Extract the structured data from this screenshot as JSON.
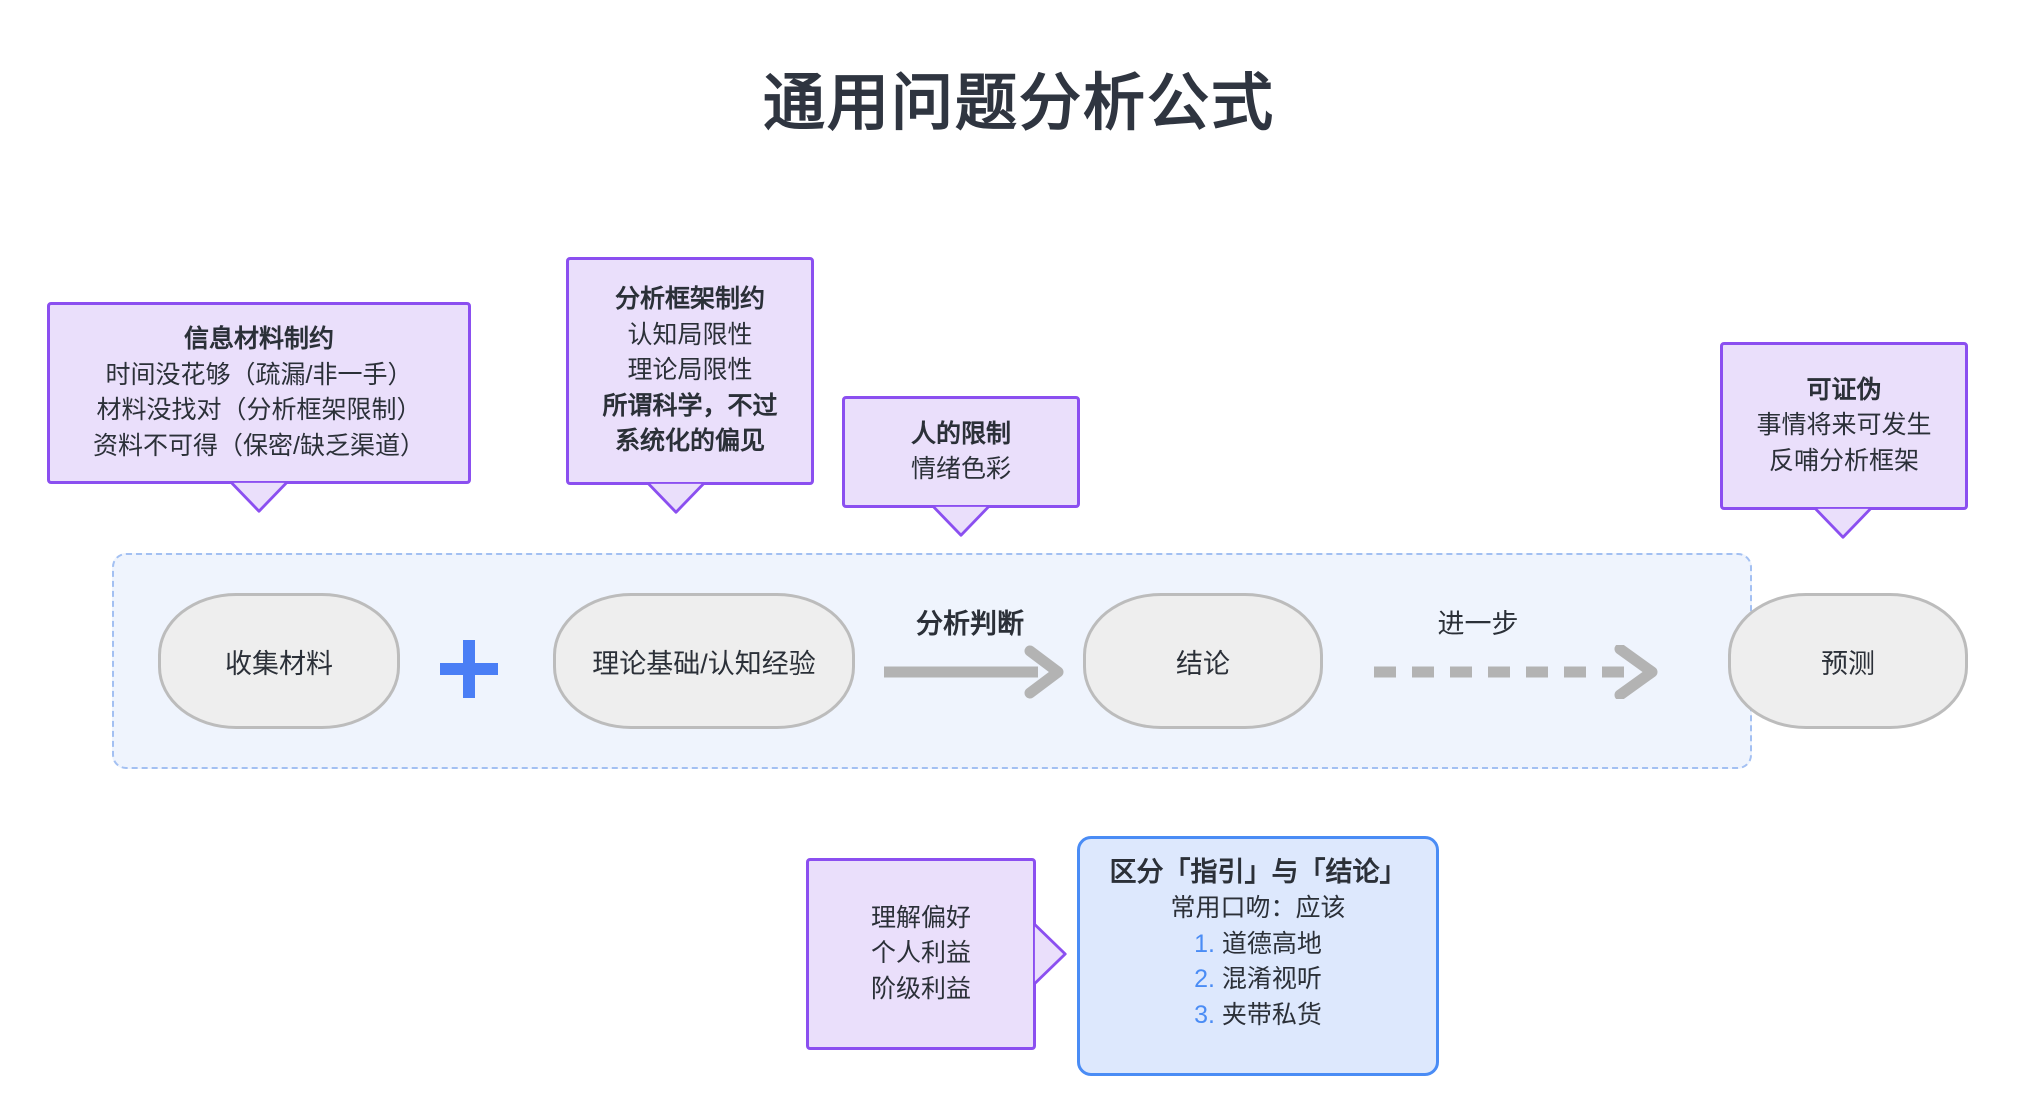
{
  "title": "通用问题分析公式",
  "callouts": [
    {
      "id": "info-material-constraint",
      "lines": [
        {
          "t": "信息材料制约",
          "bold": true
        },
        {
          "t": "时间没花够（疏漏/非一手）",
          "bold": false
        },
        {
          "t": "材料没找对（分析框架限制）",
          "bold": false
        },
        {
          "t": "资料不可得（保密/缺乏渠道）",
          "bold": false
        }
      ]
    },
    {
      "id": "analysis-framework-constraint",
      "lines": [
        {
          "t": "分析框架制约",
          "bold": true
        },
        {
          "t": "认知局限性",
          "bold": false
        },
        {
          "t": "理论局限性",
          "bold": false
        },
        {
          "t": "所谓科学，不过",
          "bold": true
        },
        {
          "t": "系统化的偏见",
          "bold": true
        }
      ]
    },
    {
      "id": "human-limitation",
      "lines": [
        {
          "t": "人的限制",
          "bold": true
        },
        {
          "t": "情绪色彩",
          "bold": false
        }
      ]
    },
    {
      "id": "falsifiable",
      "lines": [
        {
          "t": "可证伪",
          "bold": true
        },
        {
          "t": "事情将来可发生",
          "bold": false
        },
        {
          "t": "反哺分析框架",
          "bold": false
        }
      ]
    },
    {
      "id": "bias-interests",
      "lines": [
        {
          "t": "理解偏好",
          "bold": false
        },
        {
          "t": "个人利益",
          "bold": false
        },
        {
          "t": "阶级利益",
          "bold": false
        }
      ]
    }
  ],
  "flow": {
    "nodes": [
      {
        "id": "collect-material",
        "label": "收集材料"
      },
      {
        "id": "theory-cognition",
        "label": "理论基础/认知经验"
      },
      {
        "id": "conclusion",
        "label": "结论"
      },
      {
        "id": "prediction",
        "label": "预测"
      }
    ],
    "operator": "+",
    "edges": [
      {
        "id": "analysis-judgement",
        "label": "分析判断",
        "style": "solid"
      },
      {
        "id": "further-step",
        "label": "进一步",
        "style": "dashed"
      }
    ]
  },
  "blue_box": {
    "heading": "区分「指引」与「结论」",
    "subheading": "常用口吻：应该",
    "items": [
      {
        "num": "1.",
        "text": "道德高地"
      },
      {
        "num": "2.",
        "text": "混淆视听"
      },
      {
        "num": "3.",
        "text": "夹带私货"
      }
    ]
  },
  "colors": {
    "callout_fill": "#eadffb",
    "callout_border": "#8b4ff0",
    "band_fill": "#eff4fd",
    "band_border": "#a3c0f2",
    "node_fill": "#eeeeee",
    "node_border": "#bcbcbc",
    "plus": "#4a7ef5",
    "blue_fill": "#dde8fd",
    "blue_border": "#4a8cf5",
    "arrow": "#b3b3b3",
    "text": "#2b3038"
  }
}
